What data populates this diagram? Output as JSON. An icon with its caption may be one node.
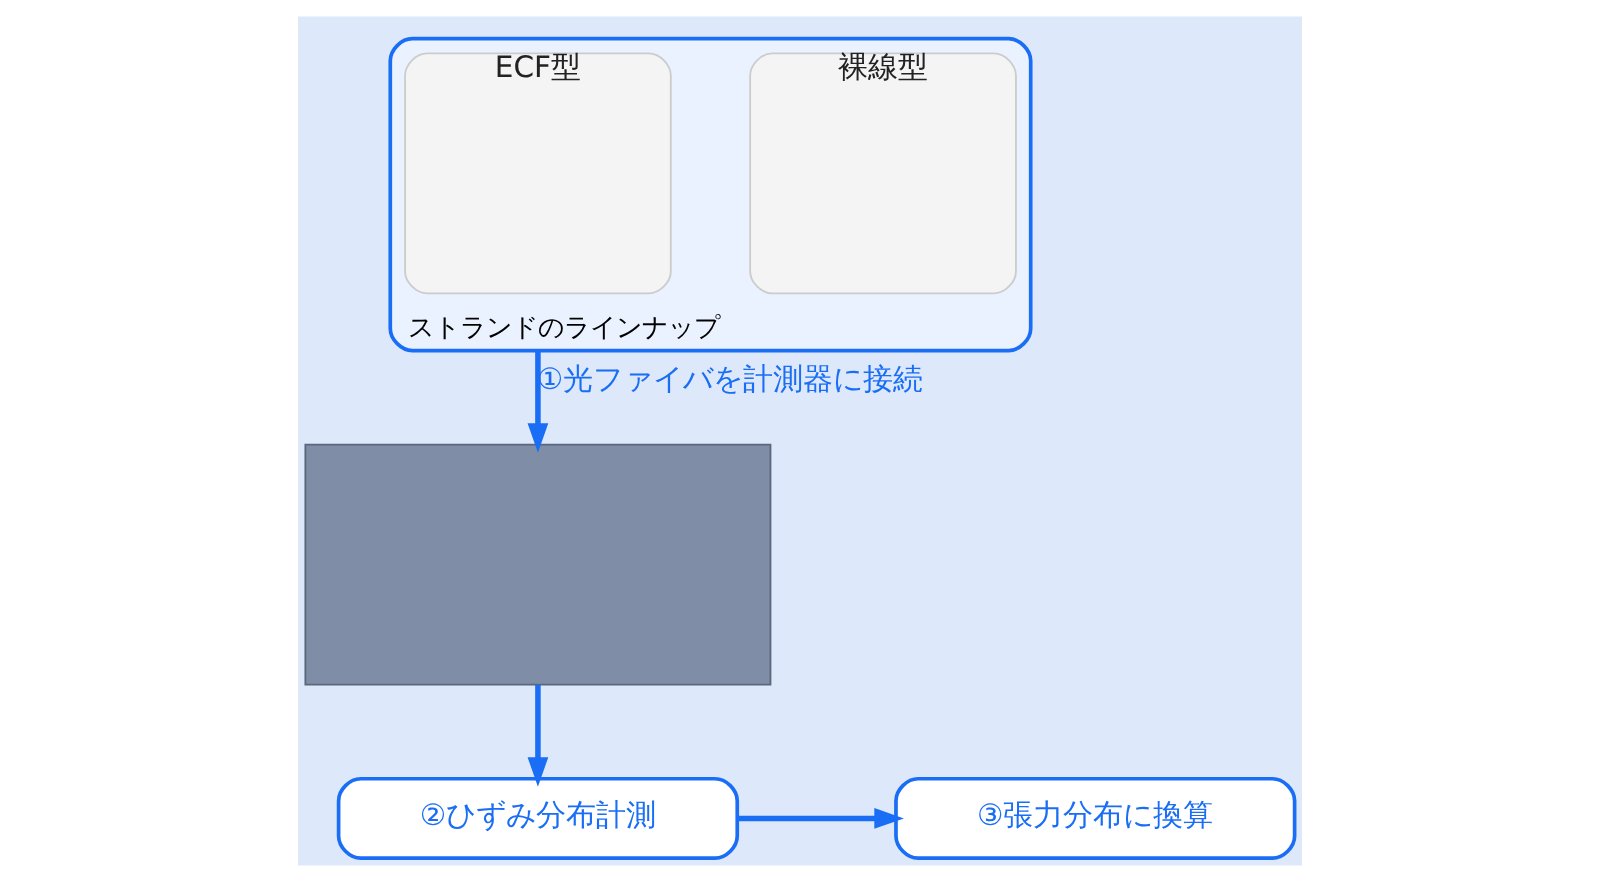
{
  "diagram": {
    "nodes": [
      {
        "text": [
          "ストランドのラインナップ"
        ]
      },
      {
        "text": [
          "裸線型"
        ],
        "in": 0
      },
      {
        "text": [
          "ECF型"
        ],
        "in": 0
      },
      {
        "text": [],
        "shape": "box"
      },
      {
        "text": [
          "②ひずみ分布計測"
        ]
      },
      {
        "text": [
          "③張力分布に換算"
        ]
      }
    ],
    "edges": [
      {
        "from": 0,
        "to": 3,
        "arrow": "to",
        "label": "①光ファイバを計測器に接続"
      },
      {
        "from": 3,
        "to": 4,
        "arrow": "to"
      },
      {
        "from": 4,
        "to": 5,
        "arrow": "to"
      }
    ]
  }
}
